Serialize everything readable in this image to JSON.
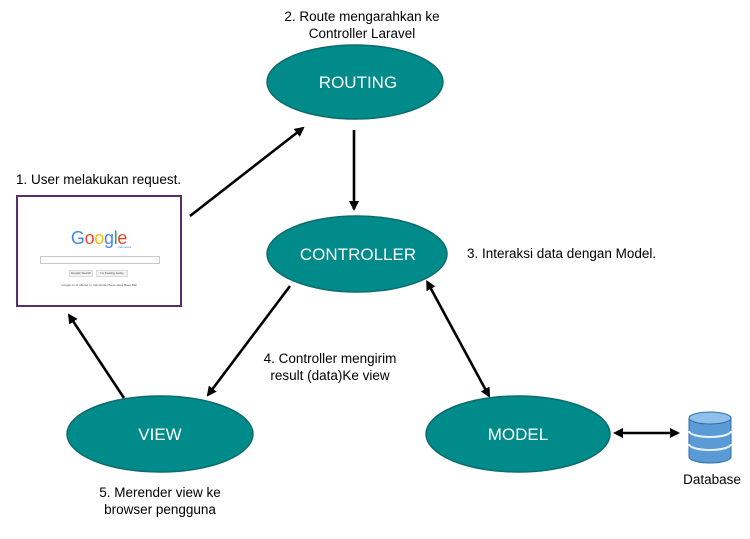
{
  "nodes": {
    "routing": "ROUTING",
    "controller": "CONTROLLER",
    "view": "VIEW",
    "model": "MODEL"
  },
  "colors": {
    "node_fill": "#008b8b",
    "node_stroke": "#0e6b6b",
    "db_fill": "#5b9bd5"
  },
  "steps": {
    "step1": "1. User melakukan request.",
    "step2_line1": "2. Route mengarahkan ke",
    "step2_line2": "Controller Laravel",
    "step3": "3. Interaksi data dengan Model.",
    "step4_line1": "4. Controller mengirim",
    "step4_line2": "result (data)Ke view",
    "step5_line1": "5. Merender view ke",
    "step5_line2": "browser pengguna"
  },
  "database": {
    "label": "Database",
    "icon": "database-icon"
  },
  "browser": {
    "logo_letters": [
      "G",
      "o",
      "o",
      "g",
      "l",
      "e"
    ],
    "logo_colors": [
      "#4285f4",
      "#ea4335",
      "#fbbc05",
      "#4285f4",
      "#34a853",
      "#ea4335"
    ],
    "logo_sub": "Indonesia",
    "button1": "Google Search",
    "button2": "I'm Feeling Lucky",
    "links": "Google.co.id offered in:  Indonesian  Basa Jawa  Basa Bali"
  }
}
